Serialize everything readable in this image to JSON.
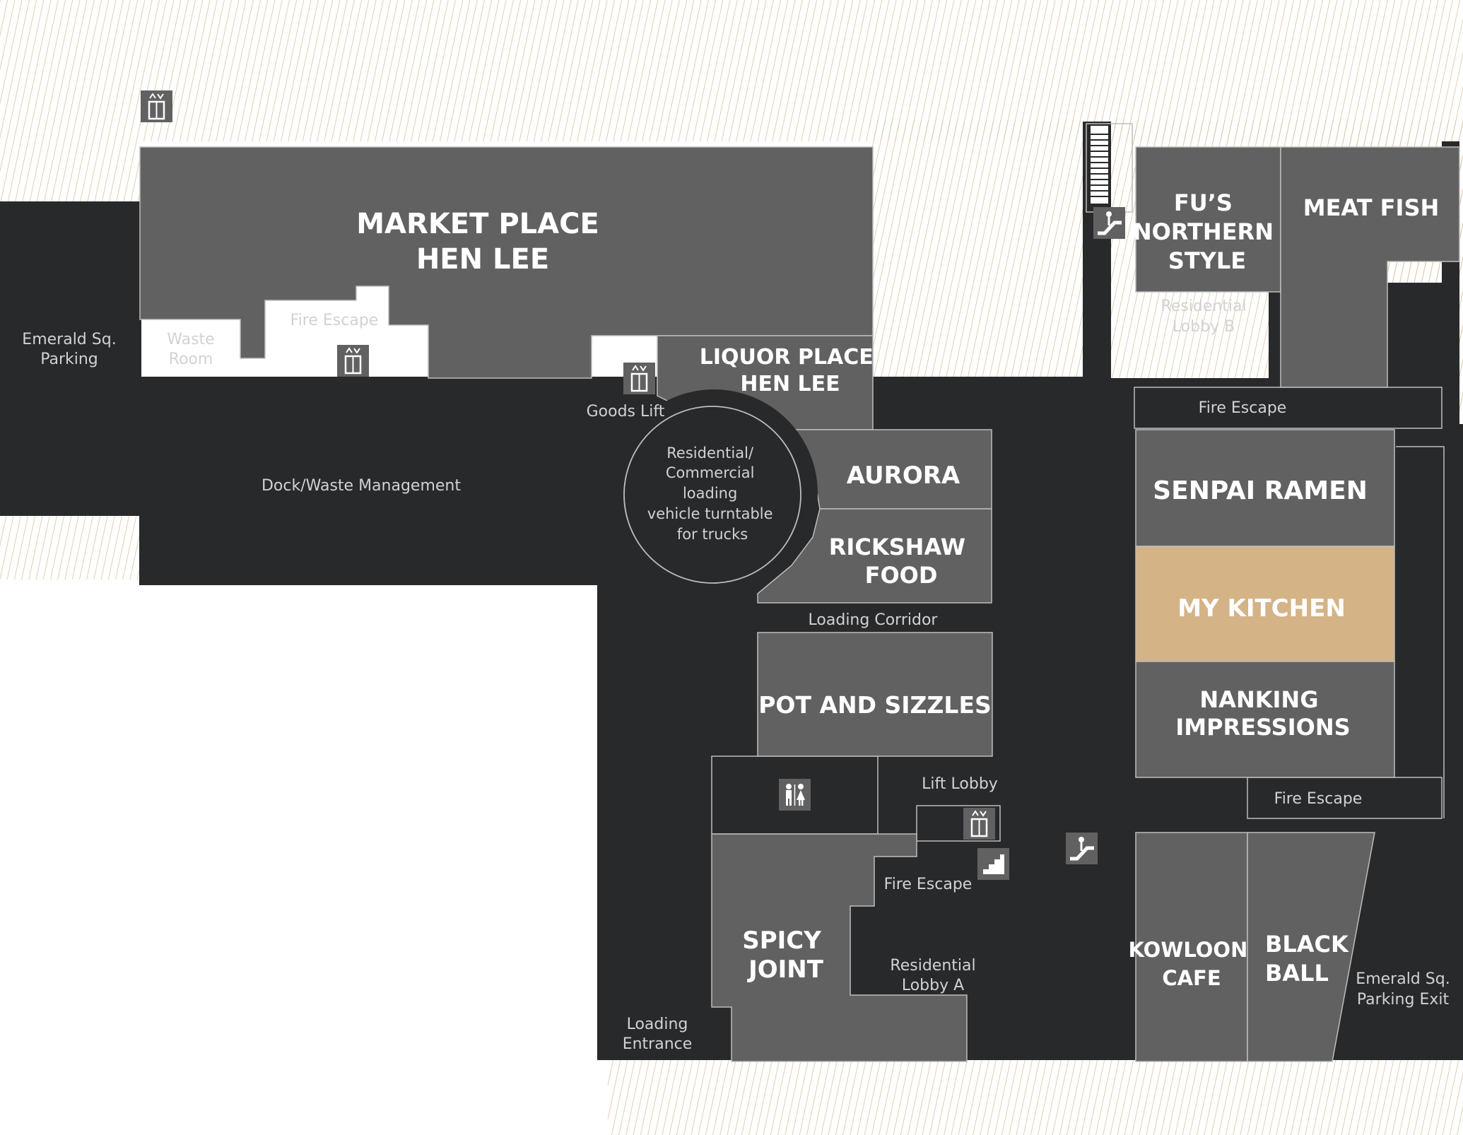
{
  "colors": {
    "background": "#ffffff",
    "hatch": "#d9c3a0",
    "floor": "#28292b",
    "store": "#616161",
    "store_border": "#bdbdbd",
    "highlight": "#d4b387",
    "label_light": "#ffffff",
    "label_muted": "#d2d2d2"
  },
  "stores": {
    "market_place": [
      "MARKET PLACE",
      "HEN LEE"
    ],
    "liquor_place": [
      "LIQUOR PLACE",
      "HEN LEE"
    ],
    "aurora": [
      "AURORA"
    ],
    "rickshaw_food": [
      "RICKSHAW",
      "FOOD"
    ],
    "pot_and_sizzles": [
      "POT AND SIZZLES"
    ],
    "spicy_joint": [
      "SPICY",
      "JOINT"
    ],
    "fus_northern_style": [
      "FU’S",
      "NORTHERN",
      "STYLE"
    ],
    "meat_fish": [
      "MEAT FISH"
    ],
    "senpai_ramen": [
      "SENPAI RAMEN"
    ],
    "my_kitchen": [
      "MY KITCHEN"
    ],
    "nanking_impressions": [
      "NANKING",
      "IMPRESSIONS"
    ],
    "kowloon_cafe": [
      "KOWLOON",
      "CAFE"
    ],
    "black_ball": [
      "BLACK",
      "BALL"
    ]
  },
  "areas": {
    "emerald_parking": [
      "Emerald Sq.",
      "Parking"
    ],
    "waste_room": [
      "Waste",
      "Room"
    ],
    "fire_escape_top": [
      "Fire Escape"
    ],
    "goods_lift": [
      "Goods Lift"
    ],
    "dock_waste": [
      "Dock/Waste Management"
    ],
    "turntable": [
      "Residential/",
      "Commercial",
      "loading",
      "vehicle turntable",
      "for trucks"
    ],
    "loading_corridor": [
      "Loading Corridor"
    ],
    "lift_lobby": [
      "Lift Lobby"
    ],
    "fire_escape_center": [
      "Fire Escape"
    ],
    "residential_lobby_a": [
      "Residential",
      "Lobby A"
    ],
    "loading_entrance": [
      "Loading",
      "Entrance"
    ],
    "residential_lobby_b": [
      "Residential",
      "Lobby B"
    ],
    "fire_escape_right": [
      "Fire Escape"
    ],
    "fire_escape_lower_right": [
      "Fire Escape"
    ],
    "emerald_parking_exit": [
      "Emerald Sq.",
      "Parking Exit"
    ]
  },
  "icons": {
    "lift": "lift-icon",
    "restroom": "restroom-icon",
    "escalator": "escalator-icon",
    "stairs": "stairs-icon"
  },
  "highlighted_store": "MY KITCHEN"
}
